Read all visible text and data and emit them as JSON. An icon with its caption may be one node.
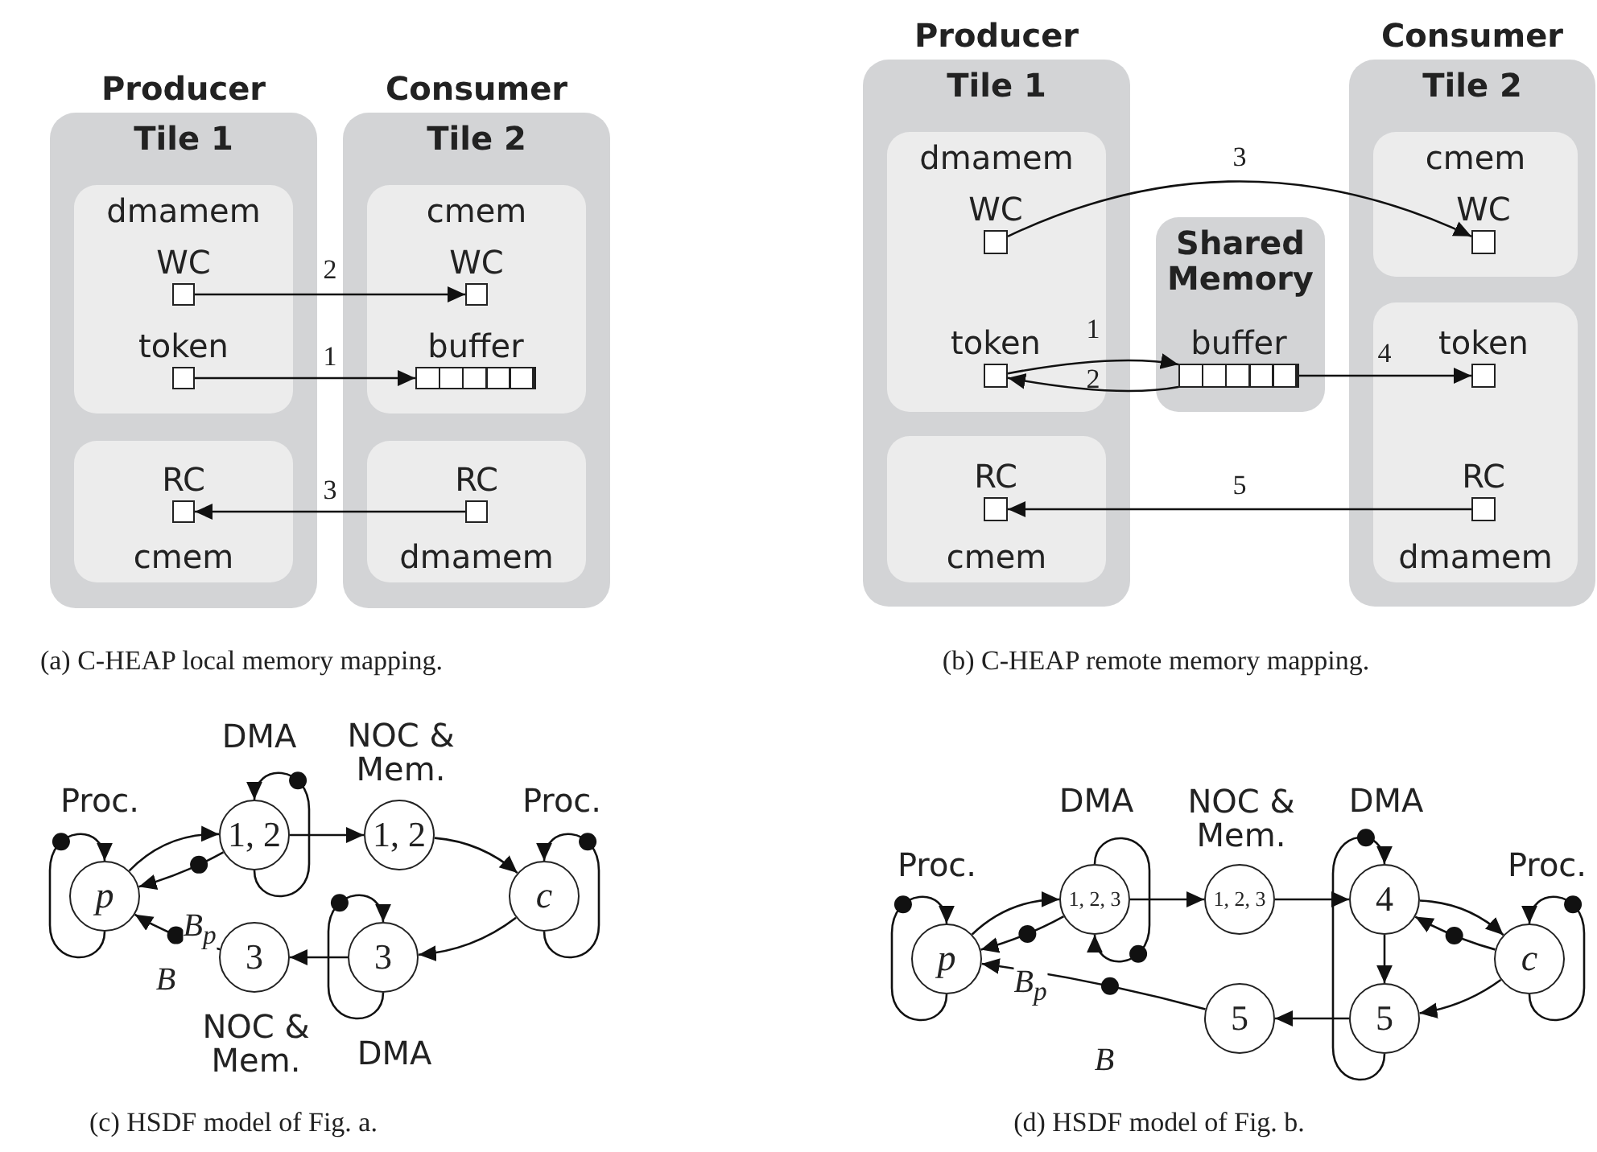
{
  "diagram": {
    "nodes": [
      {
        "text": [
          "Producer",
          "Tile 1"
        ]
      },
      {
        "text": [
          "Consumer",
          "Tile 2"
        ]
      },
      {
        "text": [
          "dmamem"
        ],
        "in": 0
      },
      {
        "text": [
          "WC"
        ],
        "in": 2
      },
      {
        "text": [
          "token"
        ],
        "in": 2
      },
      {
        "text": [
          "cmem"
        ],
        "in": 0
      },
      {
        "text": [
          "RC"
        ],
        "in": 5
      },
      {
        "text": [
          "cmem"
        ],
        "in": 1
      },
      {
        "text": [
          "WC"
        ],
        "in": 7
      },
      {
        "text": [
          "buffer"
        ],
        "in": 7
      },
      {
        "text": [
          "dmamem"
        ],
        "in": 1
      },
      {
        "text": [
          "RC"
        ],
        "in": 10
      },
      {
        "text": [
          "Producer",
          "Tile 1"
        ]
      },
      {
        "text": [
          "dmamem"
        ],
        "in": 12
      },
      {
        "text": [
          "WC"
        ],
        "in": 13
      },
      {
        "text": [
          "token"
        ],
        "in": 13
      },
      {
        "text": [
          "cmem"
        ],
        "in": 12
      },
      {
        "text": [
          "RC"
        ],
        "in": 16
      },
      {
        "text": [
          "Shared Memory"
        ]
      },
      {
        "text": [
          "buffer"
        ],
        "in": 18
      },
      {
        "text": [
          "Consumer",
          "Tile 2"
        ]
      },
      {
        "text": [
          "cmem"
        ],
        "in": 20
      },
      {
        "text": [
          "WC"
        ],
        "in": 21
      },
      {
        "text": [
          "dmamem"
        ],
        "in": 20
      },
      {
        "text": [
          "token"
        ],
        "in": 23
      },
      {
        "text": [
          "RC"
        ],
        "in": 23
      },
      {
        "text": [
          "p"
        ],
        "beside": [
          "Proc."
        ]
      },
      {
        "text": [
          "1, 2"
        ],
        "beside": [
          "DMA"
        ]
      },
      {
        "text": [
          "1, 2"
        ],
        "beside": [
          "NOC & Mem."
        ]
      },
      {
        "text": [
          "c"
        ],
        "beside": [
          "Proc."
        ]
      },
      {
        "text": [
          "3"
        ],
        "beside": [
          "DMA"
        ]
      },
      {
        "text": [
          "3"
        ],
        "beside": [
          "NOC & Mem."
        ]
      },
      {
        "text": [
          "p"
        ],
        "beside": [
          "Proc."
        ]
      },
      {
        "text": [
          "1, 2, 3"
        ],
        "beside": [
          "DMA"
        ]
      },
      {
        "text": [
          "1, 2, 3"
        ],
        "beside": [
          "NOC & Mem."
        ]
      },
      {
        "text": [
          "4"
        ],
        "beside": [
          "DMA"
        ]
      },
      {
        "text": [
          "c"
        ],
        "beside": [
          "Proc."
        ]
      },
      {
        "text": [
          "5"
        ]
      },
      {
        "text": [
          "5"
        ]
      }
    ],
    "edges": [
      {
        "from": 3,
        "to": 8,
        "arrow": "to",
        "label": "2"
      },
      {
        "from": 4,
        "to": 9,
        "arrow": "to",
        "label": "1"
      },
      {
        "from": 11,
        "to": 6,
        "arrow": "to",
        "label": "3"
      },
      {
        "from": 14,
        "to": 22,
        "arrow": "to",
        "label": "3"
      },
      {
        "from": 15,
        "to": 19,
        "arrow": "to",
        "label": "1"
      },
      {
        "from": 19,
        "to": 15,
        "arrow": "to",
        "label": "2"
      },
      {
        "from": 19,
        "to": 24,
        "arrow": "to",
        "label": "4"
      },
      {
        "from": 25,
        "to": 17,
        "arrow": "to",
        "label": "5"
      },
      {
        "from": 26,
        "to": 26,
        "arrow": "to"
      },
      {
        "from": 26,
        "to": 27,
        "arrow": "to"
      },
      {
        "from": 27,
        "to": 27,
        "arrow": "to"
      },
      {
        "from": 27,
        "to": 26,
        "arrow": "to",
        "label": "B$_{p}$"
      },
      {
        "from": 27,
        "to": 28,
        "arrow": "to"
      },
      {
        "from": 28,
        "to": 29,
        "arrow": "to"
      },
      {
        "from": 29,
        "to": 29,
        "arrow": "to"
      },
      {
        "from": 29,
        "to": 30,
        "arrow": "to"
      },
      {
        "from": 30,
        "to": 30,
        "arrow": "to"
      },
      {
        "from": 30,
        "to": 31,
        "arrow": "to"
      },
      {
        "from": 31,
        "to": 26,
        "arrow": "to",
        "label": "B"
      },
      {
        "from": 32,
        "to": 32,
        "arrow": "to"
      },
      {
        "from": 32,
        "to": 33,
        "arrow": "to"
      },
      {
        "from": 33,
        "to": 33,
        "arrow": "to"
      },
      {
        "from": 33,
        "to": 32,
        "arrow": "to",
        "label": "B$_{p}$"
      },
      {
        "from": 33,
        "to": 34,
        "arrow": "to"
      },
      {
        "from": 34,
        "to": 35,
        "arrow": "to"
      },
      {
        "from": 37,
        "to": 35,
        "arrow": "to"
      },
      {
        "from": 35,
        "to": 36,
        "arrow": "to"
      },
      {
        "from": 35,
        "to": 37,
        "arrow": "to"
      },
      {
        "from": 36,
        "to": 35,
        "arrow": "to"
      },
      {
        "from": 36,
        "to": 36,
        "arrow": "to"
      },
      {
        "from": 36,
        "to": 37,
        "arrow": "to"
      },
      {
        "from": 37,
        "to": 38,
        "arrow": "to"
      },
      {
        "from": 38,
        "to": 32,
        "arrow": "to",
        "label": "B"
      }
    ],
    "labels": [
      "(a) C-HEAP local memory mapping.",
      "(b) C-HEAP remote memory mapping.",
      "(c) HSDF model of Fig. a.",
      "(d) HSDF model of Fig. b."
    ]
  }
}
